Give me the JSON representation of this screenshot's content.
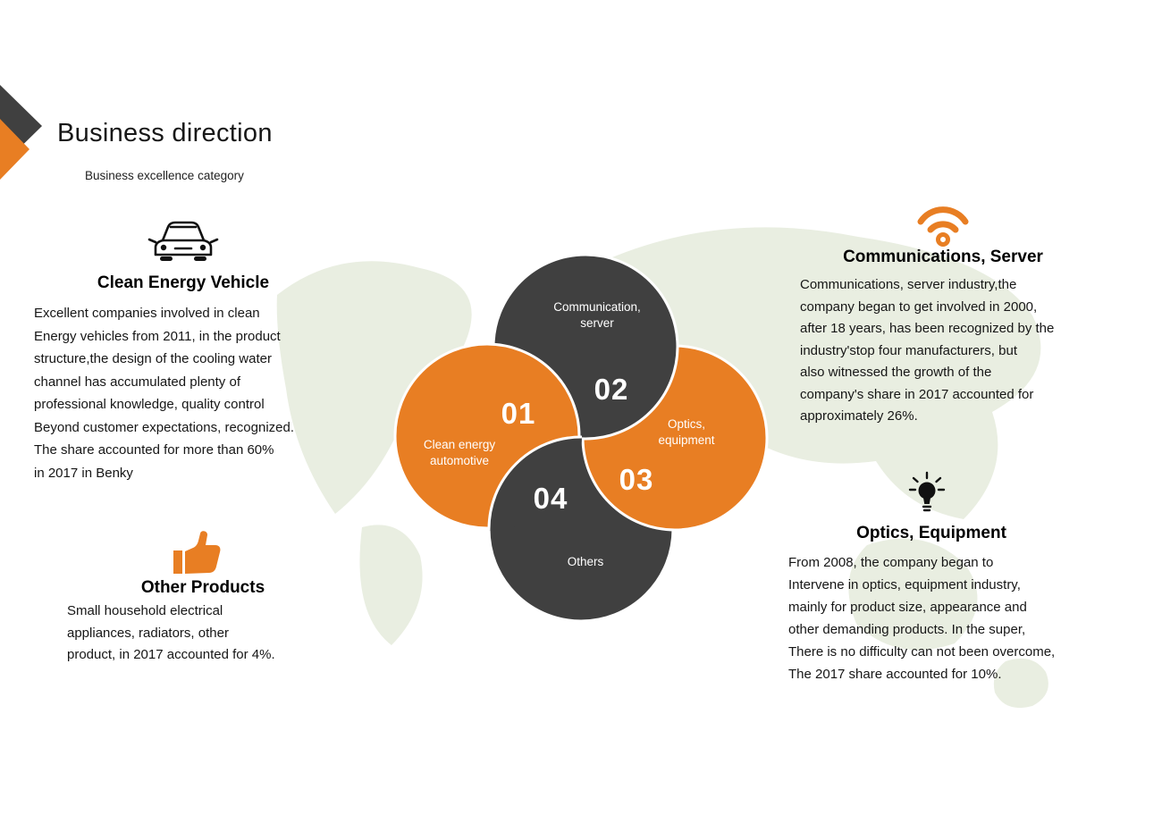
{
  "page": {
    "title": "Business direction",
    "subtitle": "Business excellence category"
  },
  "colors": {
    "orange": "#E87E23",
    "dark": "#404040",
    "map": "#e9eee1"
  },
  "diagram": {
    "items": [
      {
        "number": "01",
        "label": "Clean energy\nautomotive",
        "color": "orange"
      },
      {
        "number": "02",
        "label": "Communication,\nserver",
        "color": "dark"
      },
      {
        "number": "03",
        "label": "Optics,\nequipment",
        "color": "orange"
      },
      {
        "number": "04",
        "label": "Others",
        "color": "dark"
      }
    ]
  },
  "sections": {
    "clean_energy": {
      "icon": "car-icon",
      "heading": "Clean Energy Vehicle",
      "body": "Excellent companies involved in clean\nEnergy vehicles from 2011, in the product\nstructure,the design of the cooling water\nchannel has accumulated plenty of\nprofessional knowledge, quality control\nBeyond customer expectations, recognized.\nThe share accounted for more than 60%\nin 2017 in Benky"
    },
    "communications": {
      "icon": "wifi-icon",
      "heading": "Communications, Server",
      "body": "Communications, server industry,the\ncompany began to get involved in 2000,\nafter 18 years, has been recognized by the\nindustry'stop four manufacturers, but\nalso witnessed the growth of the\ncompany's share in 2017 accounted for\napproximately 26%."
    },
    "other_products": {
      "icon": "thumbs-up-icon",
      "heading": "Other Products",
      "body": "Small household electrical\nappliances, radiators, other\nproduct, in 2017 accounted for 4%."
    },
    "optics": {
      "icon": "lightbulb-icon",
      "heading": "Optics, Equipment",
      "body": "From 2008, the company began to\nIntervene in optics, equipment industry,\nmainly for product size, appearance and\nother demanding products. In the super,\nThere is no difficulty can not  been overcome,\nThe 2017 share accounted for 10%."
    }
  }
}
